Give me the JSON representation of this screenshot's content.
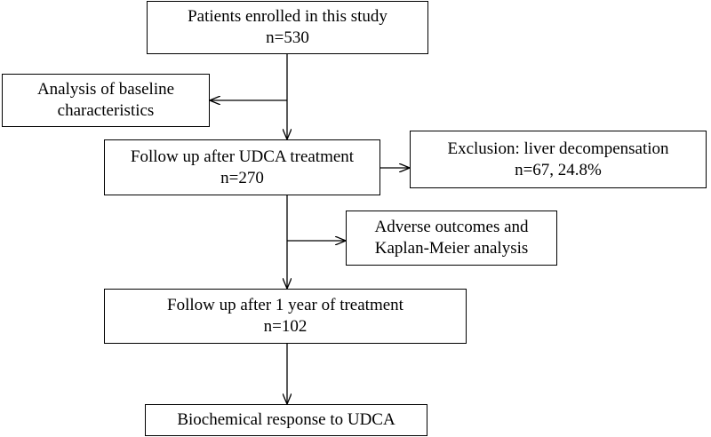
{
  "nodes": {
    "enrolled": {
      "lines": [
        "Patients enrolled in this study",
        "n=530"
      ]
    },
    "baseline": {
      "lines": [
        "Analysis  of baseline",
        "characteristics"
      ]
    },
    "followup": {
      "lines": [
        "Follow up after UDCA treatment",
        "n=270"
      ]
    },
    "exclusion": {
      "lines": [
        "Exclusion:  liver decompensation",
        "n=67, 24.8%"
      ]
    },
    "adverse": {
      "lines": [
        "Adverse outcomes and",
        "Kaplan-Meier  analysis"
      ]
    },
    "year": {
      "lines": [
        "Follow up after 1 year of treatment",
        "n=102"
      ]
    },
    "response": {
      "lines": [
        "Biochemical response to UDCA"
      ]
    }
  },
  "edges": [
    {
      "from": "enrolled",
      "to": "followup"
    },
    {
      "from": "enrolled",
      "to": "baseline"
    },
    {
      "from": "followup",
      "to": "exclusion"
    },
    {
      "from": "followup",
      "to": "year"
    },
    {
      "from": "followup",
      "to": "adverse"
    },
    {
      "from": "year",
      "to": "response"
    }
  ]
}
